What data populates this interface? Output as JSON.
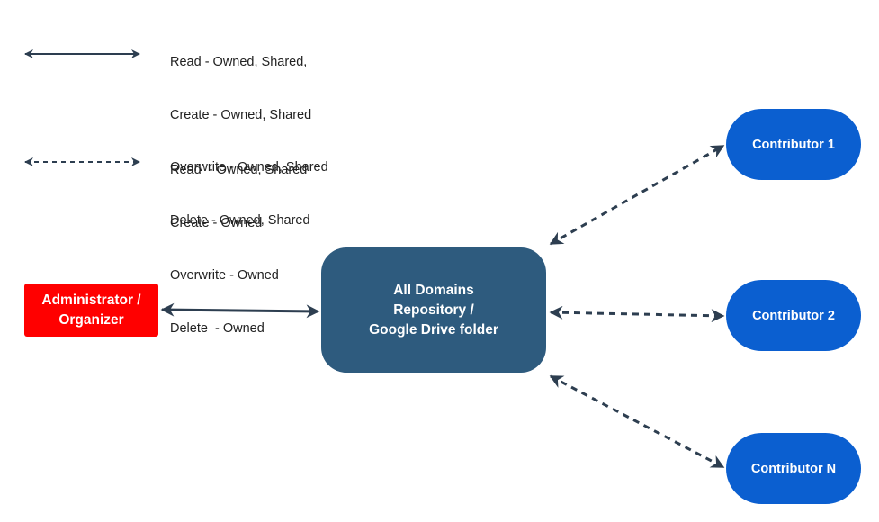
{
  "legend": {
    "solid": {
      "lines": [
        "Read - Owned, Shared,",
        "Create - Owned, Shared",
        "Overwrite - Owned, Shared",
        "Delete - Owned, Shared"
      ]
    },
    "dashed": {
      "lines": [
        "Read  - Owned, Shared",
        "Create - Owned",
        "Overwrite - Owned",
        "Delete  - Owned"
      ]
    }
  },
  "nodes": {
    "admin": {
      "lines": [
        "Administrator /",
        "Organizer"
      ],
      "color": "#ff0000"
    },
    "repo": {
      "lines": [
        "All Domains",
        "Repository /",
        "Google Drive folder"
      ],
      "color": "#2e5b7e"
    },
    "contributor_1": {
      "label": "Contributor 1",
      "color": "#0b5fd0"
    },
    "contributor_2": {
      "label": "Contributor 2",
      "color": "#0b5fd0"
    },
    "contributor_n": {
      "label": "Contributor N",
      "color": "#0b5fd0"
    }
  },
  "edges": [
    {
      "from": "admin",
      "to": "repo",
      "style": "solid",
      "direction": "both"
    },
    {
      "from": "repo",
      "to": "contributor_1",
      "style": "dashed",
      "direction": "both"
    },
    {
      "from": "repo",
      "to": "contributor_2",
      "style": "dashed",
      "direction": "both"
    },
    {
      "from": "repo",
      "to": "contributor_n",
      "style": "dashed",
      "direction": "both"
    }
  ],
  "colors": {
    "arrow": "#2d3e50",
    "text": "#222222"
  }
}
